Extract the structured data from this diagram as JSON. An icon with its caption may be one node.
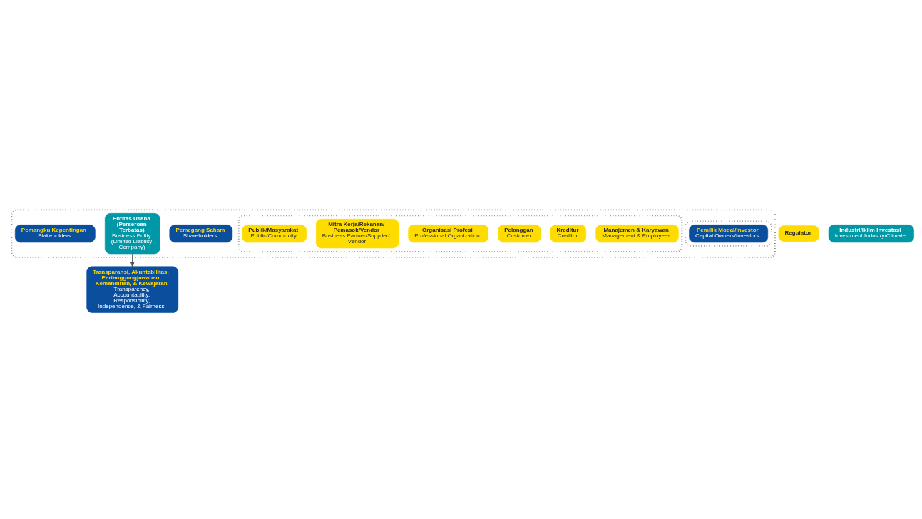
{
  "diagram": {
    "nodes": [
      {
        "text": [],
        "shape": "box"
      },
      {
        "text": [],
        "shape": "box",
        "in": 0
      },
      {
        "text": [
          "Pemegang Saham",
          "Shareholders"
        ],
        "in": 0
      },
      {
        "text": [
          "Pemilik Modal/Investor",
          "Capital Owners/Investors"
        ],
        "in": 1
      },
      {
        "text": [
          "Entitas Usaha (Perseroan Terbatas)",
          "Business Entity (Limited Liability Company)"
        ],
        "in": 0
      },
      {
        "text": [],
        "shape": "box",
        "in": 0
      },
      {
        "text": [
          "Pemangku Kepentingan",
          "Stakeholders"
        ],
        "in": 0
      },
      {
        "text": [
          "Manajemen & Karyawan",
          "Management & Employees"
        ],
        "in": 5
      },
      {
        "text": [
          "Kreditur",
          "Creditor"
        ],
        "in": 5
      },
      {
        "text": [
          "Pelanggan",
          "Customer"
        ],
        "in": 5
      },
      {
        "text": [
          "Organisasi Profesi",
          "Professional Organization"
        ],
        "in": 5
      },
      {
        "text": [
          "Mitra Kerja/Rekanan/ Pemasok/Vendor",
          "Business Partner/Supplier/ Vendor"
        ],
        "in": 5
      },
      {
        "text": [
          "Publik/Masyarakat",
          "Public/Community"
        ],
        "in": 5
      },
      {
        "text": [
          "Regulator"
        ]
      },
      {
        "text": [
          "Industri/Iklim Investasi",
          "Investment Industry/Climate"
        ]
      },
      {
        "text": [
          "Transparansi, Akuntabilitas, Pertanggungjawaban, Kemandirian, & Kewajaran",
          "Transparency, Accountability, Responsibility, Independence, & Fairness"
        ]
      }
    ],
    "edges": [
      {
        "from": 4,
        "to": 15,
        "arrow": "to"
      }
    ]
  }
}
